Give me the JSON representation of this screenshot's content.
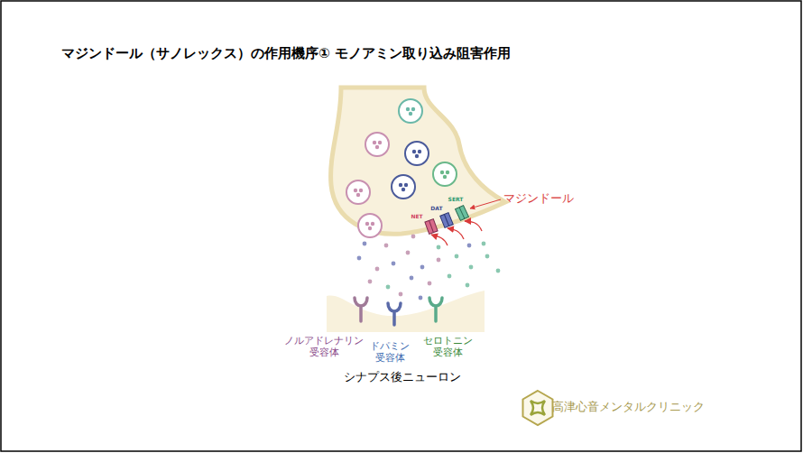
{
  "diagram": {
    "title": "マジンドール（サノレックス）の作用機序① モノアミン取り込み阻害作用",
    "labels": [
      "マジンドール",
      "NET",
      "DAT",
      "SERT",
      "ノルアドレナリン 受容体",
      "ドパミン 受容体",
      "セロトニン 受容体",
      "シナプス後ニューロン",
      "高津心音メンタルクリニック"
    ]
  }
}
